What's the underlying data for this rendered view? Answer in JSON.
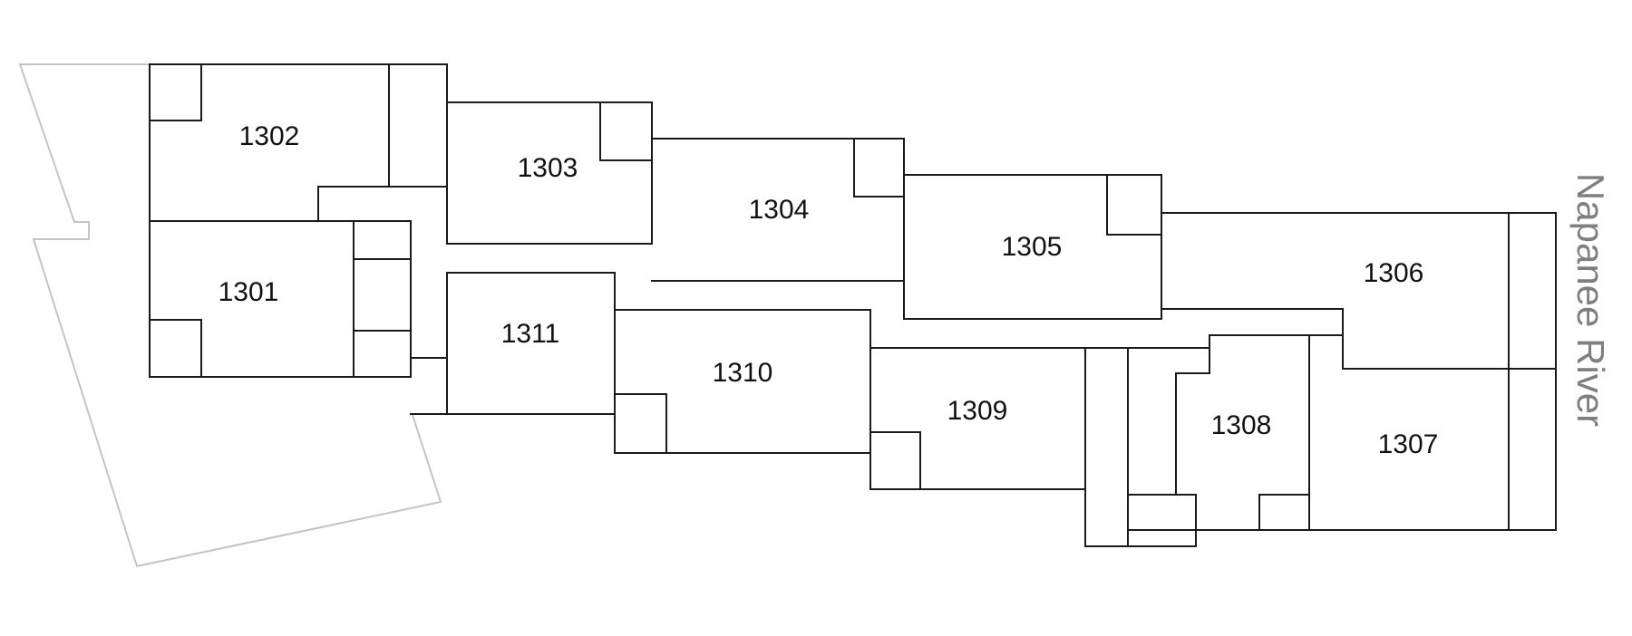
{
  "rooms": [
    {
      "id": "room-1301",
      "label": "1301"
    },
    {
      "id": "room-1302",
      "label": "1302"
    },
    {
      "id": "room-1303",
      "label": "1303"
    },
    {
      "id": "room-1304",
      "label": "1304"
    },
    {
      "id": "room-1305",
      "label": "1305"
    },
    {
      "id": "room-1306",
      "label": "1306"
    },
    {
      "id": "room-1307",
      "label": "1307"
    },
    {
      "id": "room-1308",
      "label": "1308"
    },
    {
      "id": "room-1309",
      "label": "1309"
    },
    {
      "id": "room-1310",
      "label": "1310"
    },
    {
      "id": "room-1311",
      "label": "1311"
    }
  ],
  "river": {
    "label": "Napanee River"
  },
  "colors": {
    "walls": "#1a1a1a",
    "site_boundary": "#c4c4c4",
    "river_text": "#7f7f7f"
  }
}
